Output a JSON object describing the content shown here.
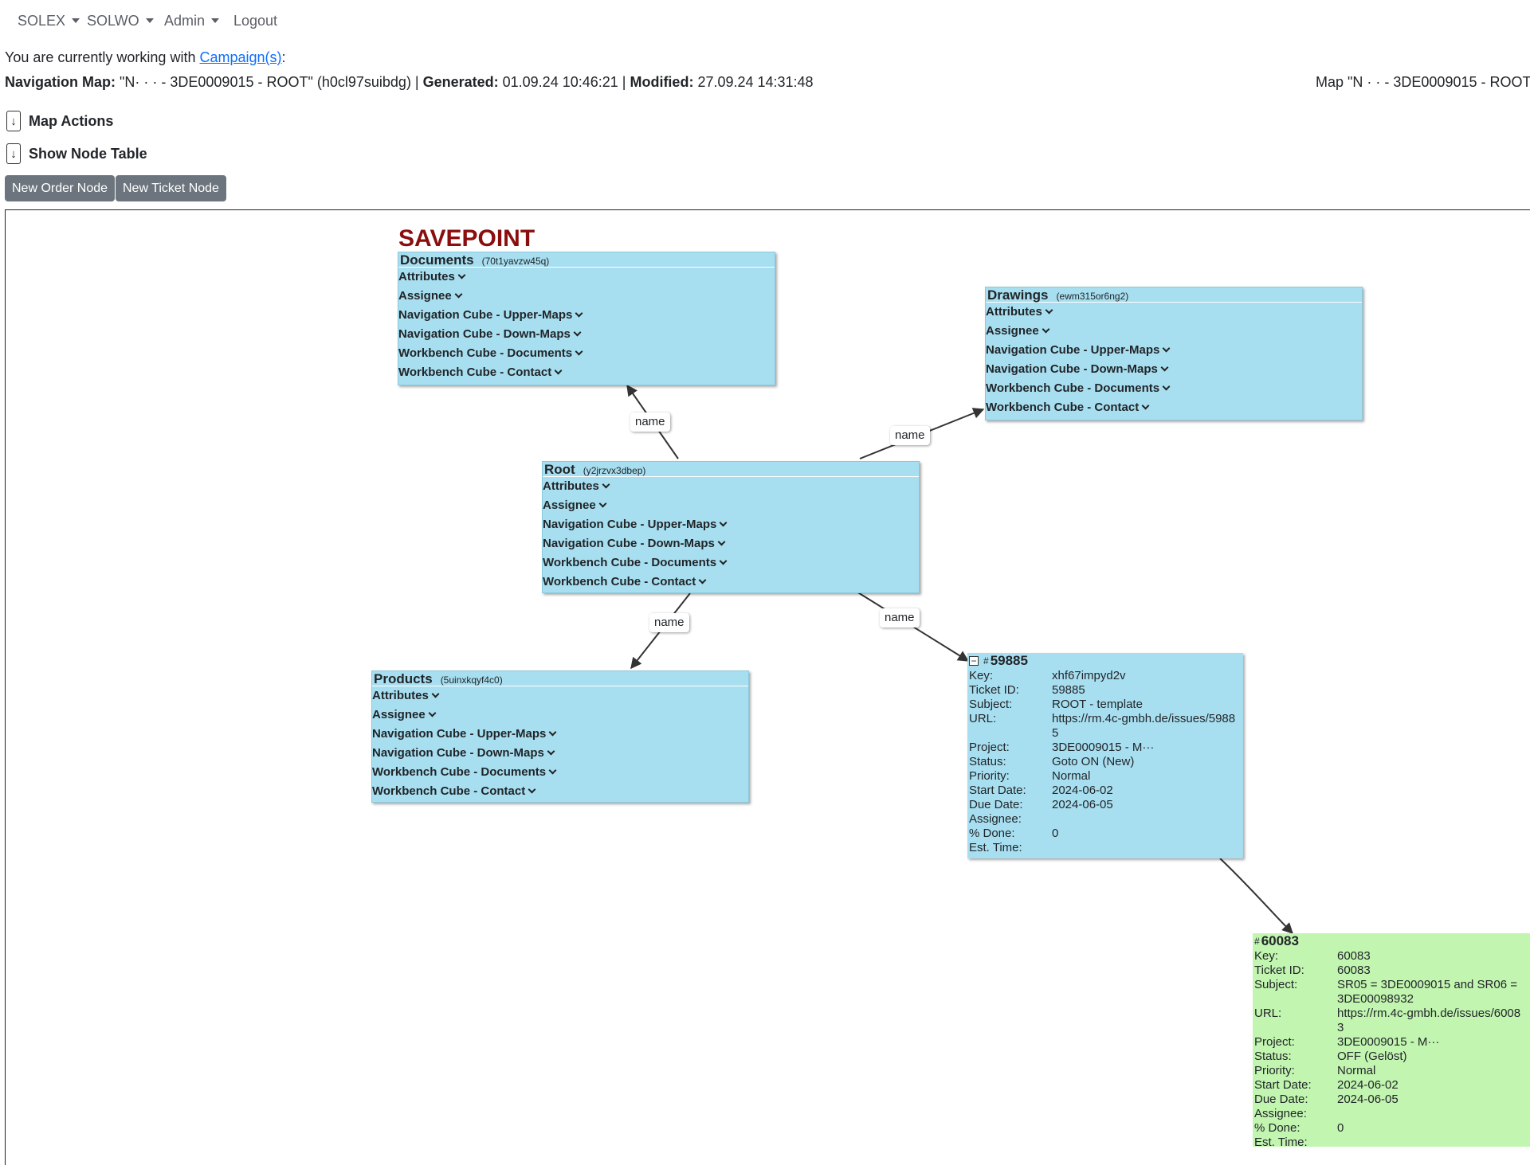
{
  "nav": {
    "items": [
      {
        "label": "SOLEX",
        "dropdown": true
      },
      {
        "label": "SOLWO",
        "dropdown": true
      },
      {
        "label": "Admin",
        "dropdown": true
      },
      {
        "label": "Logout",
        "dropdown": false
      }
    ]
  },
  "campaign": {
    "prefix": "You are currently working with ",
    "link": "Campaign(s)",
    "suffix": ":"
  },
  "map_meta": {
    "nav_label": "Navigation Map:",
    "nav_value": " \"N· · · - 3DE0009015 - ROOT\" (h0cl97suibdg) | ",
    "generated_label": "Generated:",
    "generated_value": " 01.09.24 10:46:21 | ",
    "modified_label": "Modified:",
    "modified_value": " 27.09.24 14:31:48",
    "right_text": "Map \"N · · - 3DE0009015 - ROOT"
  },
  "actions": {
    "map_actions": "Map Actions",
    "show_node_table": "Show Node Table",
    "new_order_node": "New Order Node",
    "new_ticket_node": "New Ticket Node",
    "toggle_icon": "↓"
  },
  "savepoint": "SAVEPOINT",
  "node_rows": [
    "Attributes",
    "Assignee",
    "Navigation Cube - Upper-Maps",
    "Navigation Cube - Down-Maps",
    "Workbench Cube - Documents",
    "Workbench Cube - Contact"
  ],
  "nodes": {
    "documents": {
      "title": "Documents",
      "id": "(70t1yavzw45q)"
    },
    "drawings": {
      "title": "Drawings",
      "id": "(ewm315or6ng2)"
    },
    "root": {
      "title": "Root",
      "id": "(y2jrzvx3dbep)"
    },
    "products": {
      "title": "Products",
      "id": "(5uinxkqyf4c0)"
    }
  },
  "edge_label": "name",
  "tickets": {
    "t59885": {
      "collapse": "−",
      "hash": "#",
      "number": "59885",
      "color": "#a8dff0",
      "fields": [
        {
          "key": "Key:",
          "value": "xhf67impyd2v"
        },
        {
          "key": "Ticket ID:",
          "value": "59885"
        },
        {
          "key": "Subject:",
          "value": "ROOT - template"
        },
        {
          "key": "URL:",
          "value": "https://rm.4c-gmbh.de/issues/59885"
        },
        {
          "key": "Project:",
          "value": "3DE0009015 - M···"
        },
        {
          "key": "Status:",
          "value": "Goto ON (New)"
        },
        {
          "key": "Priority:",
          "value": "Normal"
        },
        {
          "key": "Start Date:",
          "value": "2024-06-02"
        },
        {
          "key": "Due Date:",
          "value": "2024-06-05"
        },
        {
          "key": "Assignee:",
          "value": ""
        },
        {
          "key": "% Done:",
          "value": "0"
        },
        {
          "key": "Est. Time:",
          "value": ""
        }
      ]
    },
    "t60083": {
      "hash": "#",
      "number": "60083",
      "color": "#c2f5b0",
      "fields": [
        {
          "key": "Key:",
          "value": "60083"
        },
        {
          "key": "Ticket ID:",
          "value": "60083"
        },
        {
          "key": "Subject:",
          "value": "SR05  = 3DE0009015  and SR06 = 3DE00098932"
        },
        {
          "key": "URL:",
          "value": "https://rm.4c-gmbh.de/issues/60083"
        },
        {
          "key": "Project:",
          "value": "3DE0009015 - M···"
        },
        {
          "key": "Status:",
          "value": "OFF (Gelöst)"
        },
        {
          "key": "Priority:",
          "value": "Normal"
        },
        {
          "key": "Start Date:",
          "value": "2024-06-02"
        },
        {
          "key": "Due Date:",
          "value": "2024-06-05"
        },
        {
          "key": "Assignee:",
          "value": ""
        },
        {
          "key": "% Done:",
          "value": "0"
        },
        {
          "key": "Est. Time:",
          "value": ""
        }
      ]
    }
  },
  "colors": {
    "node_fill": "#a8dff0",
    "ticket_green": "#c2f5b0",
    "savepoint_red": "#8b0e0e",
    "button_gray": "#6c757d",
    "link_blue": "#0d6efd"
  }
}
